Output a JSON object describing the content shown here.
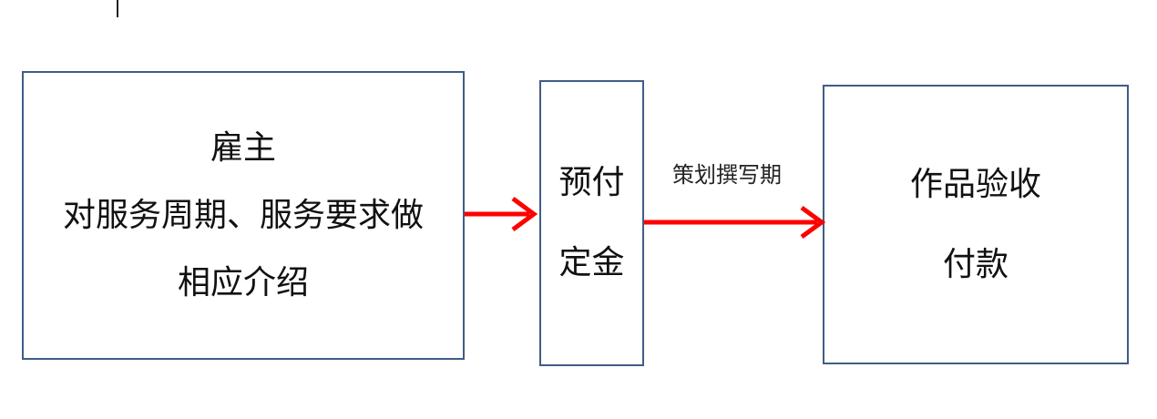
{
  "diagram": {
    "nodes": {
      "employer": {
        "lines": [
          "雇主",
          "对服务周期、服务要求做",
          "相应介绍"
        ]
      },
      "deposit": {
        "lines": [
          "预付",
          "定金"
        ]
      },
      "acceptance": {
        "lines": [
          "作品验收",
          "付款"
        ]
      }
    },
    "edges": [
      {
        "from": "employer",
        "to": "deposit",
        "label": ""
      },
      {
        "from": "deposit",
        "to": "acceptance",
        "label": "策划撰写期"
      }
    ],
    "colors": {
      "box_border": "#3f5d86",
      "arrow": "#ff0000",
      "text": "#111111"
    }
  }
}
